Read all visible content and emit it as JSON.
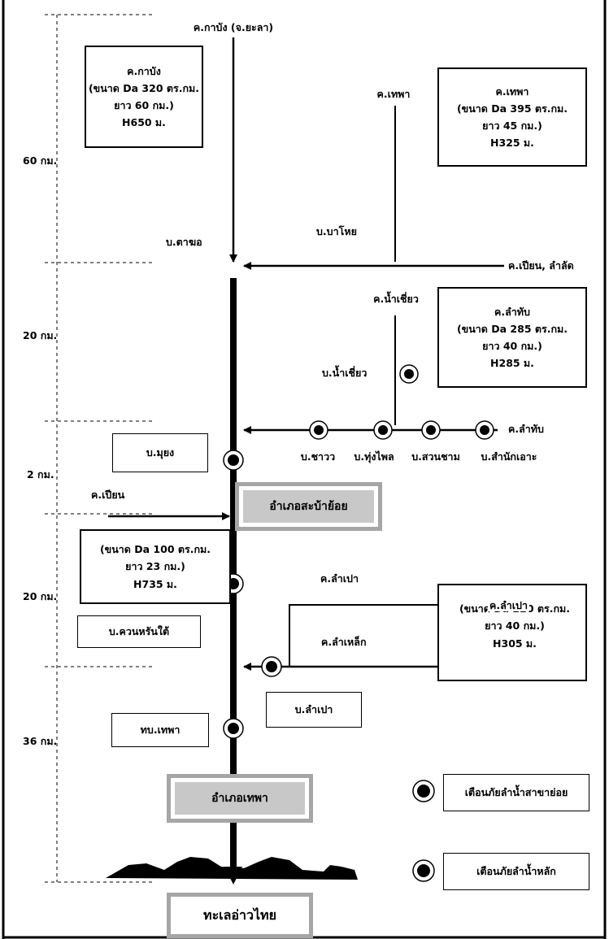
{
  "distances": {
    "d1": "60 กม.",
    "d2": "20 กม.",
    "d3": "2 กม.",
    "d4": "20 กม.",
    "d5": "36 กม."
  },
  "streams": {
    "kabang_top": "ค.กาบัง (จ.ยะลา)",
    "thepha": "ค.เทพา",
    "pian_lamlat": "ค.เปียน, ลำลัด",
    "nam_chiao": "ค.น้ำเชี่ยว",
    "lamthap_right": "ค.ลำทับ",
    "pian_left": "ค.เปียน",
    "lampao_label": "ค.ลำเปา",
    "lampao_inbox": "ค.ลำเปา",
    "lamlek": "ค.ลำเหล็ก"
  },
  "villages": {
    "ta_mo": "บ.ตาฆอ",
    "ba_thoi": "บ.บาโหย",
    "nam_chiao": "บ.น้ำเชี่ยว",
    "mung": "บ.มุยง",
    "chao": "บ.ชาวว",
    "thung_phai": "บ.ทุ่งไพล",
    "suan_cham": "บ.สวนชาม",
    "samnak_o": "บ.สำนักเอาะ",
    "khuan_rang_tai": "บ.ควนหรันใต้",
    "lampao": "บ.ลำเปา",
    "thepha_station": "ทบ.เทพา"
  },
  "boxes": {
    "kabang": {
      "l1": "ค.กาบัง",
      "l2": "(ขนาด Da 320 ตร.กม.",
      "l3": "ยาว 60 กม.)",
      "l4": "H650 ม."
    },
    "thepha": {
      "l1": "ค.เทพา",
      "l2": "(ขนาด Da 395 ตร.กม.",
      "l3": "ยาว 45 กม.)",
      "l4": "H325 ม."
    },
    "lamthap": {
      "l1": "ค.ลำทับ",
      "l2": "(ขนาด Da 285 ตร.กม.",
      "l3": "ยาว 40 กม.)",
      "l4": "H285 ม."
    },
    "pian": {
      "l1": "(ขนาด Da 100 ตร.กม.",
      "l2": "ยาว 23 กม.)",
      "l3": "H735 ม."
    },
    "lampao": {
      "l2": "(ขนาด Da 220 ตร.กม.",
      "l3": "ยาว 40 กม.)",
      "l4": "H305 ม."
    }
  },
  "districts": {
    "saba_yoi": "อำเภอสะบ้าย้อย",
    "thepha": "อำเภอเทพา"
  },
  "sea": "ทะเลอ่าวไทย",
  "legend": {
    "tributary": "เตือนภัยลำน้ำสาขาย่อย",
    "main": "เตือนภัยลำน้ำหลัก"
  }
}
